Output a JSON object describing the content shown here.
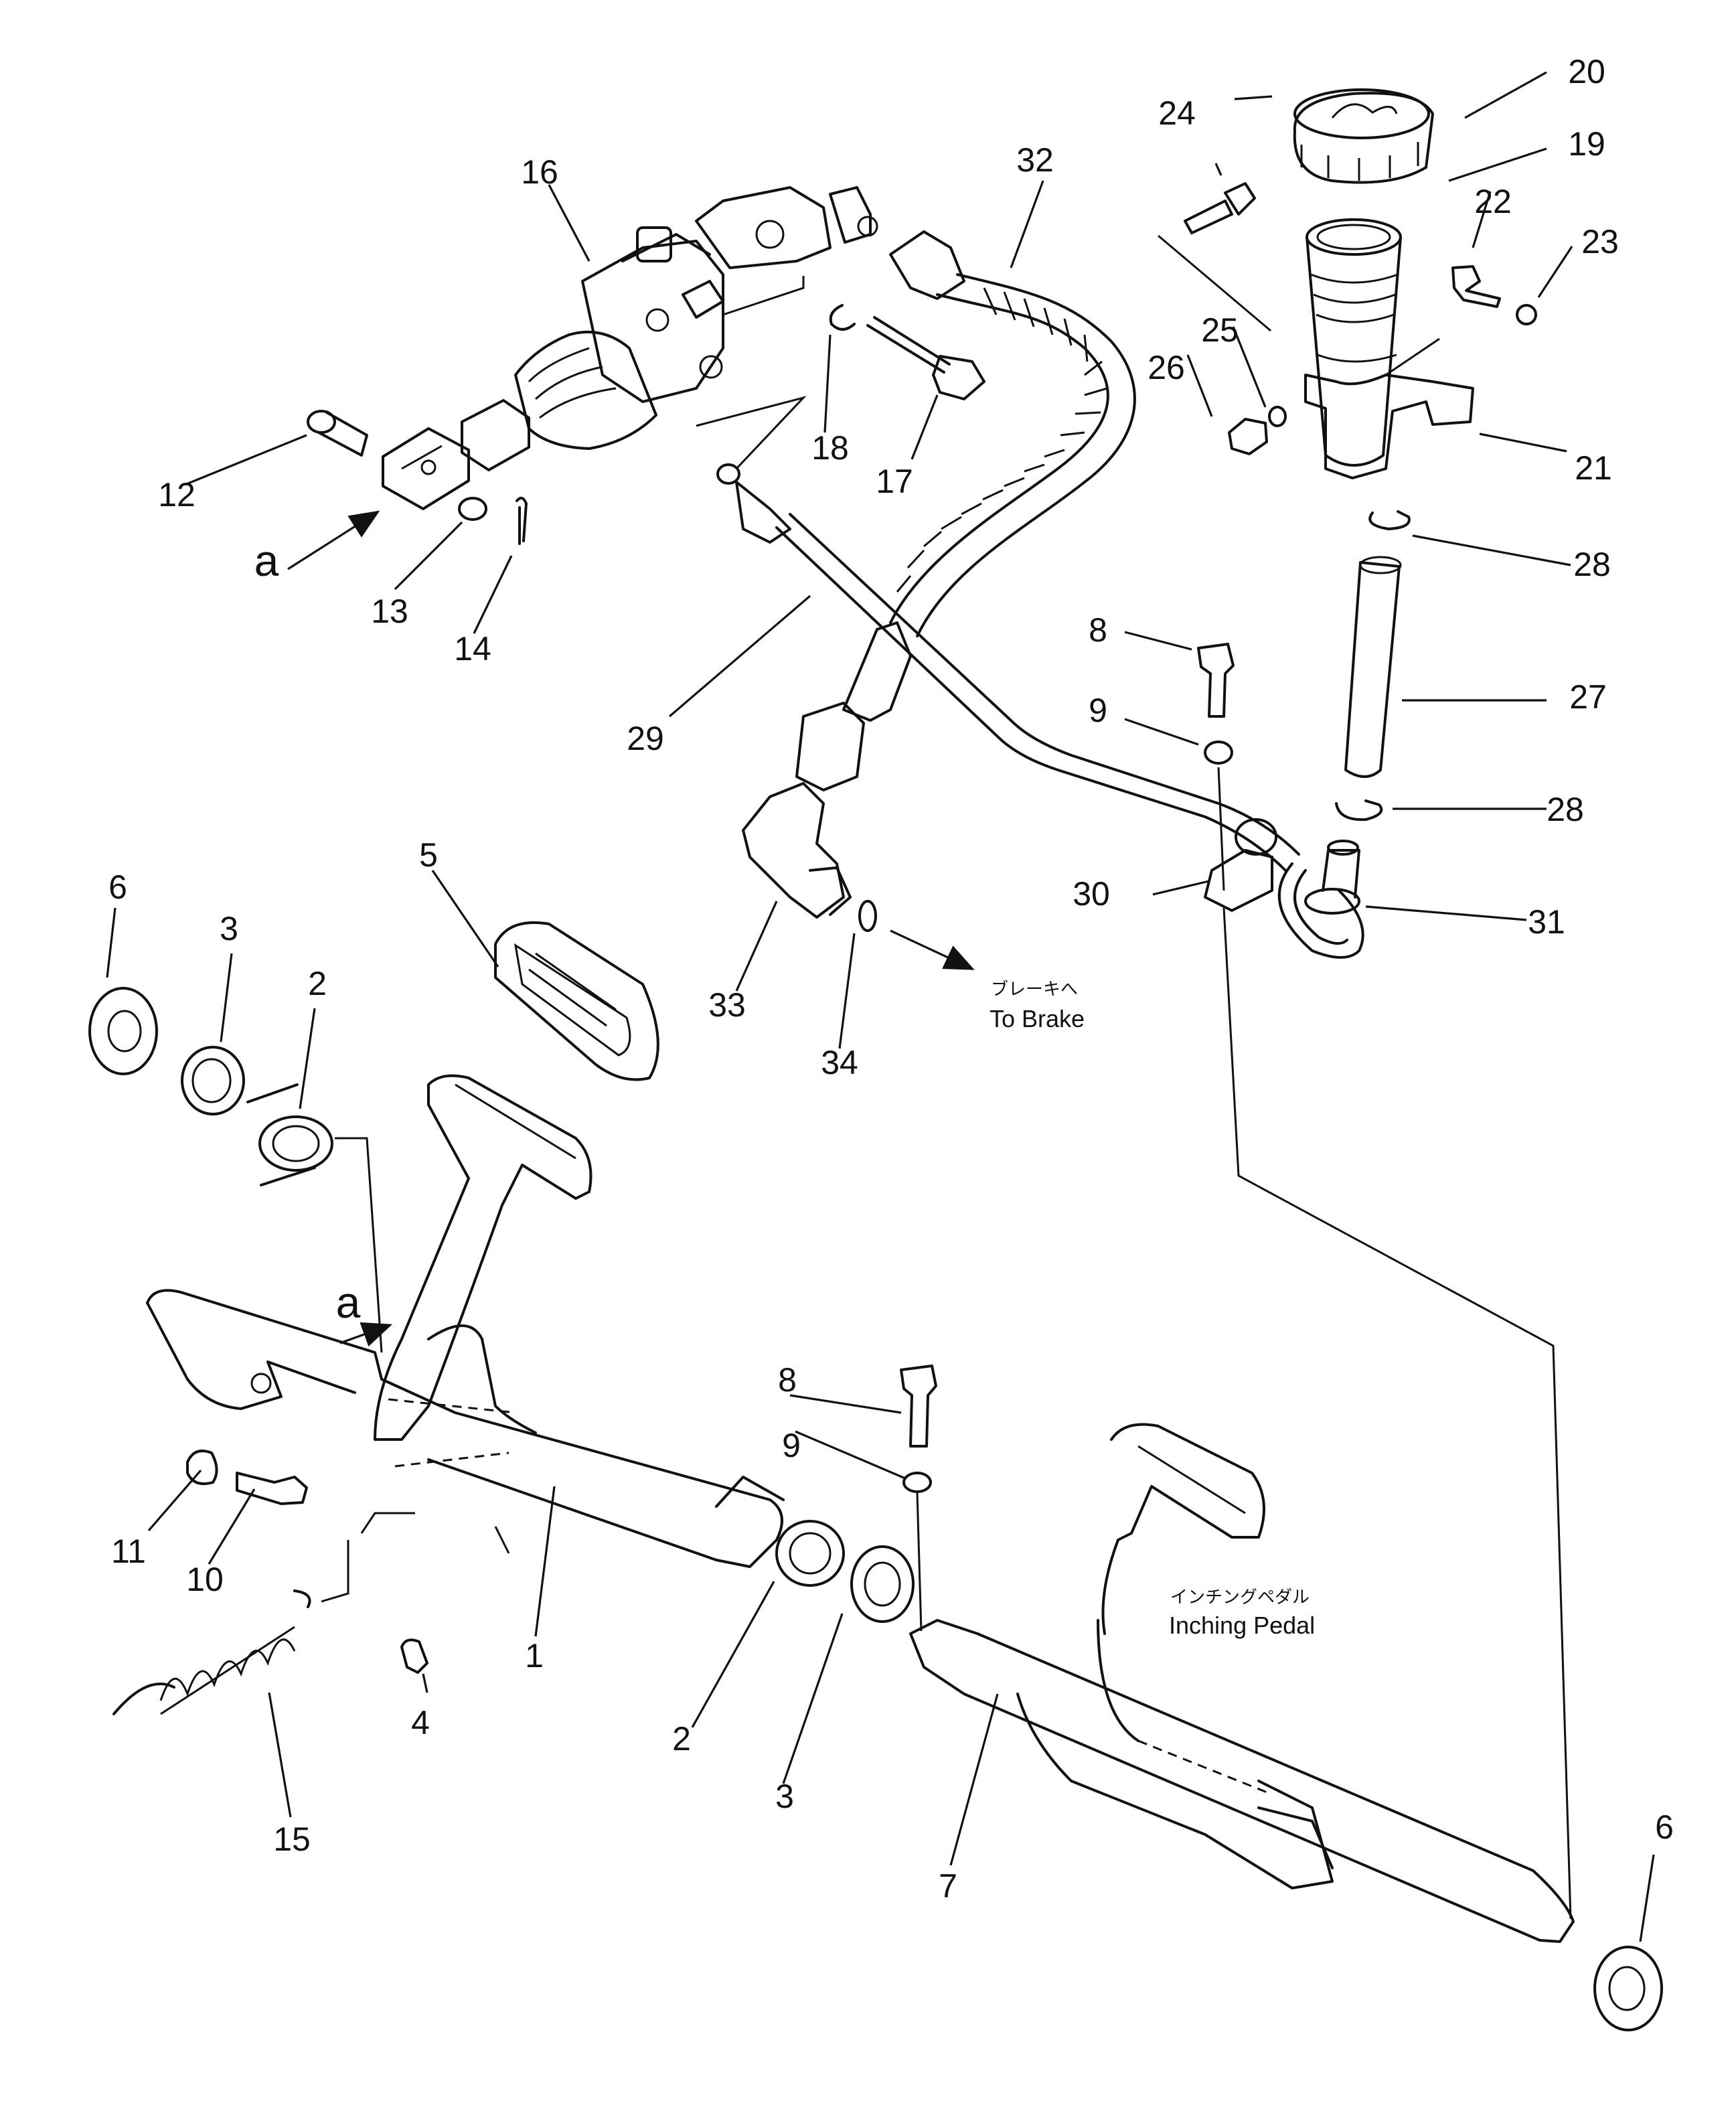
{
  "callouts": [
    "1",
    "2",
    "3",
    "4",
    "5",
    "6",
    "7",
    "8",
    "9",
    "10",
    "11",
    "12",
    "13",
    "14",
    "15",
    "16",
    "17",
    "18",
    "19",
    "20",
    "21",
    "22",
    "23",
    "24",
    "25",
    "26",
    "27",
    "28",
    "29",
    "30",
    "31",
    "32",
    "33",
    "34"
  ],
  "view_marker": "a",
  "notes": {
    "brake_jp": "ブレーキへ",
    "brake_en": "To Brake",
    "inching_jp": "インチングペダル",
    "inching_en": "Inching Pedal"
  }
}
